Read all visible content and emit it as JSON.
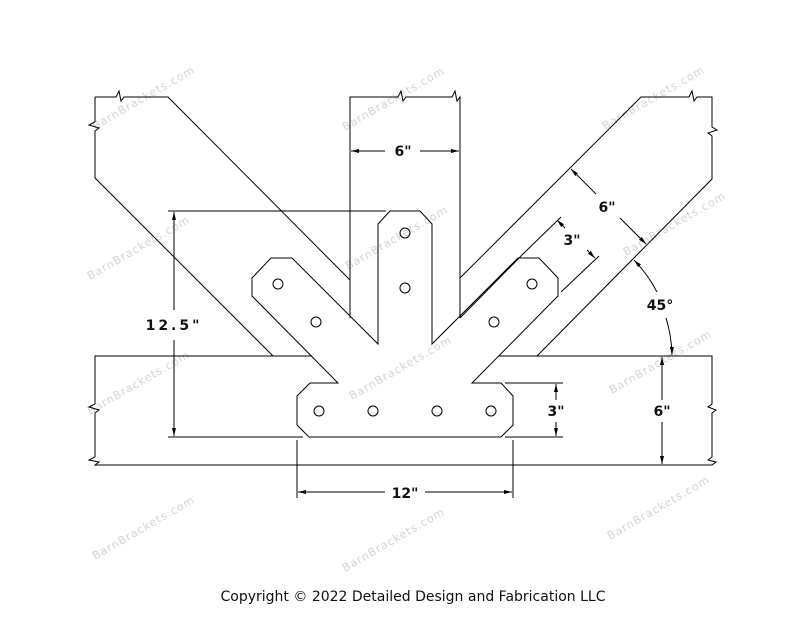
{
  "watermark": "BarnBrackets.com",
  "dimensions": {
    "post_width": "6\"",
    "bracket_height": "12.5\"",
    "bracket_width": "12\"",
    "leg_height": "3\"",
    "beam_depth": "6\"",
    "brace_width": "6\"",
    "arm_width": "3\"",
    "brace_angle": "45°"
  },
  "footer": {
    "copyright": "Copyright © 2022 Detailed Design and Fabrication LLC"
  }
}
